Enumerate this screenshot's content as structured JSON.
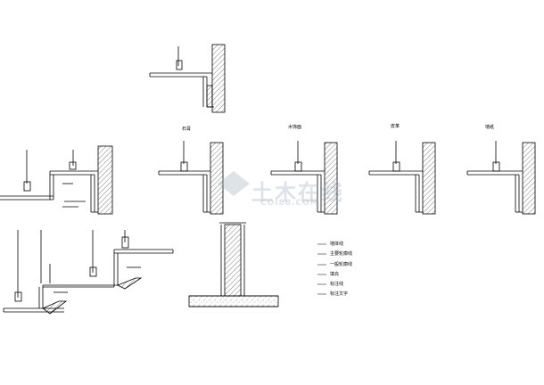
{
  "section_labels": {
    "gypsum": "石膏",
    "wood_veneer": "木饰面",
    "leather": "皮革",
    "wallpaper": "墙纸"
  },
  "legend": {
    "items": [
      "墙体线",
      "主要轮廓线",
      "一般轮廓线",
      "填充",
      "标注线",
      "标注文字"
    ]
  },
  "watermark": {
    "text": "土木在线",
    "sub": "COI88.COM"
  },
  "colors": {
    "line": "#000000",
    "watermark": "#a0afb9"
  }
}
